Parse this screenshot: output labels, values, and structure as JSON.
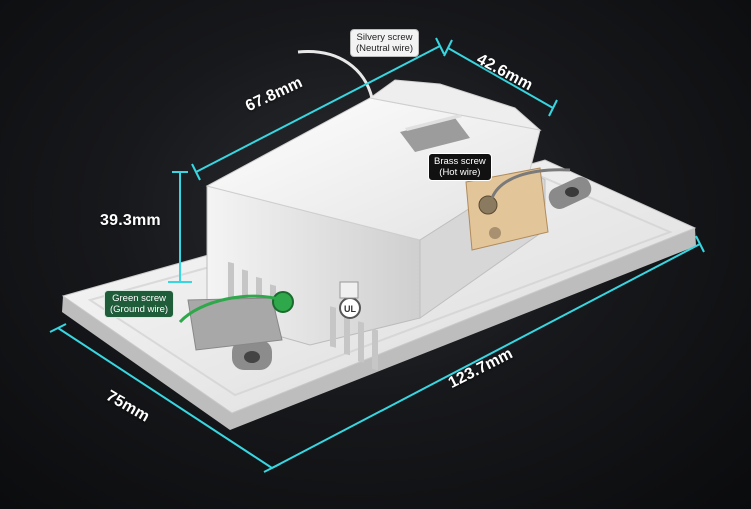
{
  "dimensions": {
    "top_left_length": "67.8mm",
    "top_right_depth": "42.6mm",
    "height": "39.3mm",
    "width_short_edge": "75mm",
    "length_long_edge": "123.7mm"
  },
  "callouts": {
    "silvery": {
      "line1": "Silvery screw",
      "line2": "(Neutral wire)"
    },
    "brass": {
      "line1": "Brass screw",
      "line2": "(Hot wire)"
    },
    "green": {
      "line1": "Green screw",
      "line2": "(Ground wire)"
    }
  },
  "colors": {
    "dimension_line": "#38d6e0",
    "plate": "#f2f2f2",
    "green_callout": "#1f5c3a"
  },
  "icons": [
    "ul-certification-mark-icon",
    "screw-icon",
    "mounting-slot-icon"
  ]
}
